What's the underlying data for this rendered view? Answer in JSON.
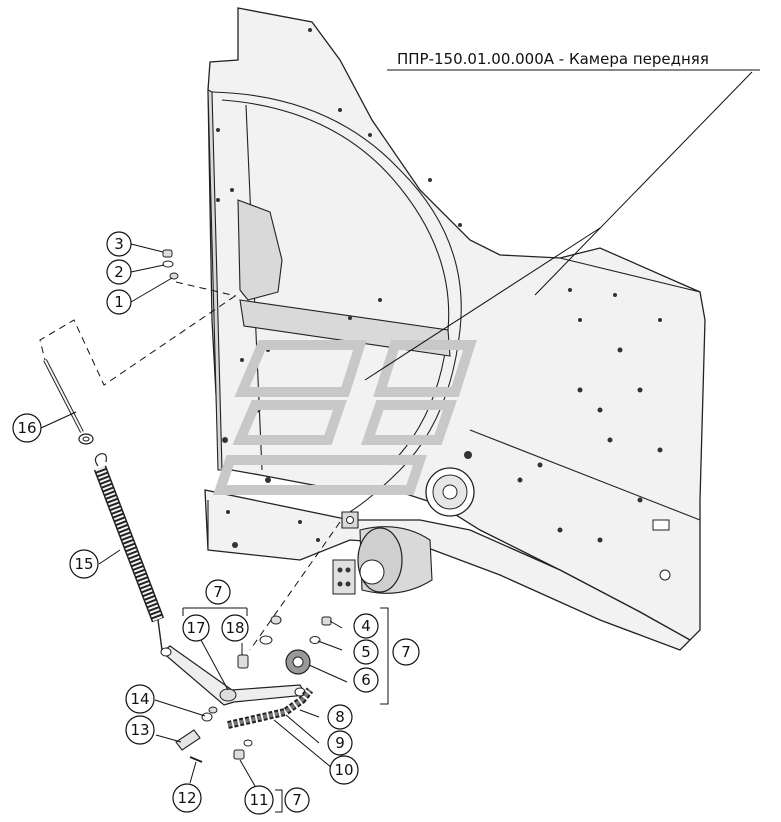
{
  "title": "ППР-150.01.00.000А - Камера передняя",
  "callouts": {
    "c1": "1",
    "c2": "2",
    "c3": "3",
    "c4": "4",
    "c5": "5",
    "c6": "6",
    "c7a": "7",
    "c7b": "7",
    "c7c": "7",
    "c8": "8",
    "c9": "9",
    "c10": "10",
    "c11": "11",
    "c12": "12",
    "c13": "13",
    "c14": "14",
    "c15": "15",
    "c16": "16",
    "c17": "17",
    "c18": "18"
  }
}
